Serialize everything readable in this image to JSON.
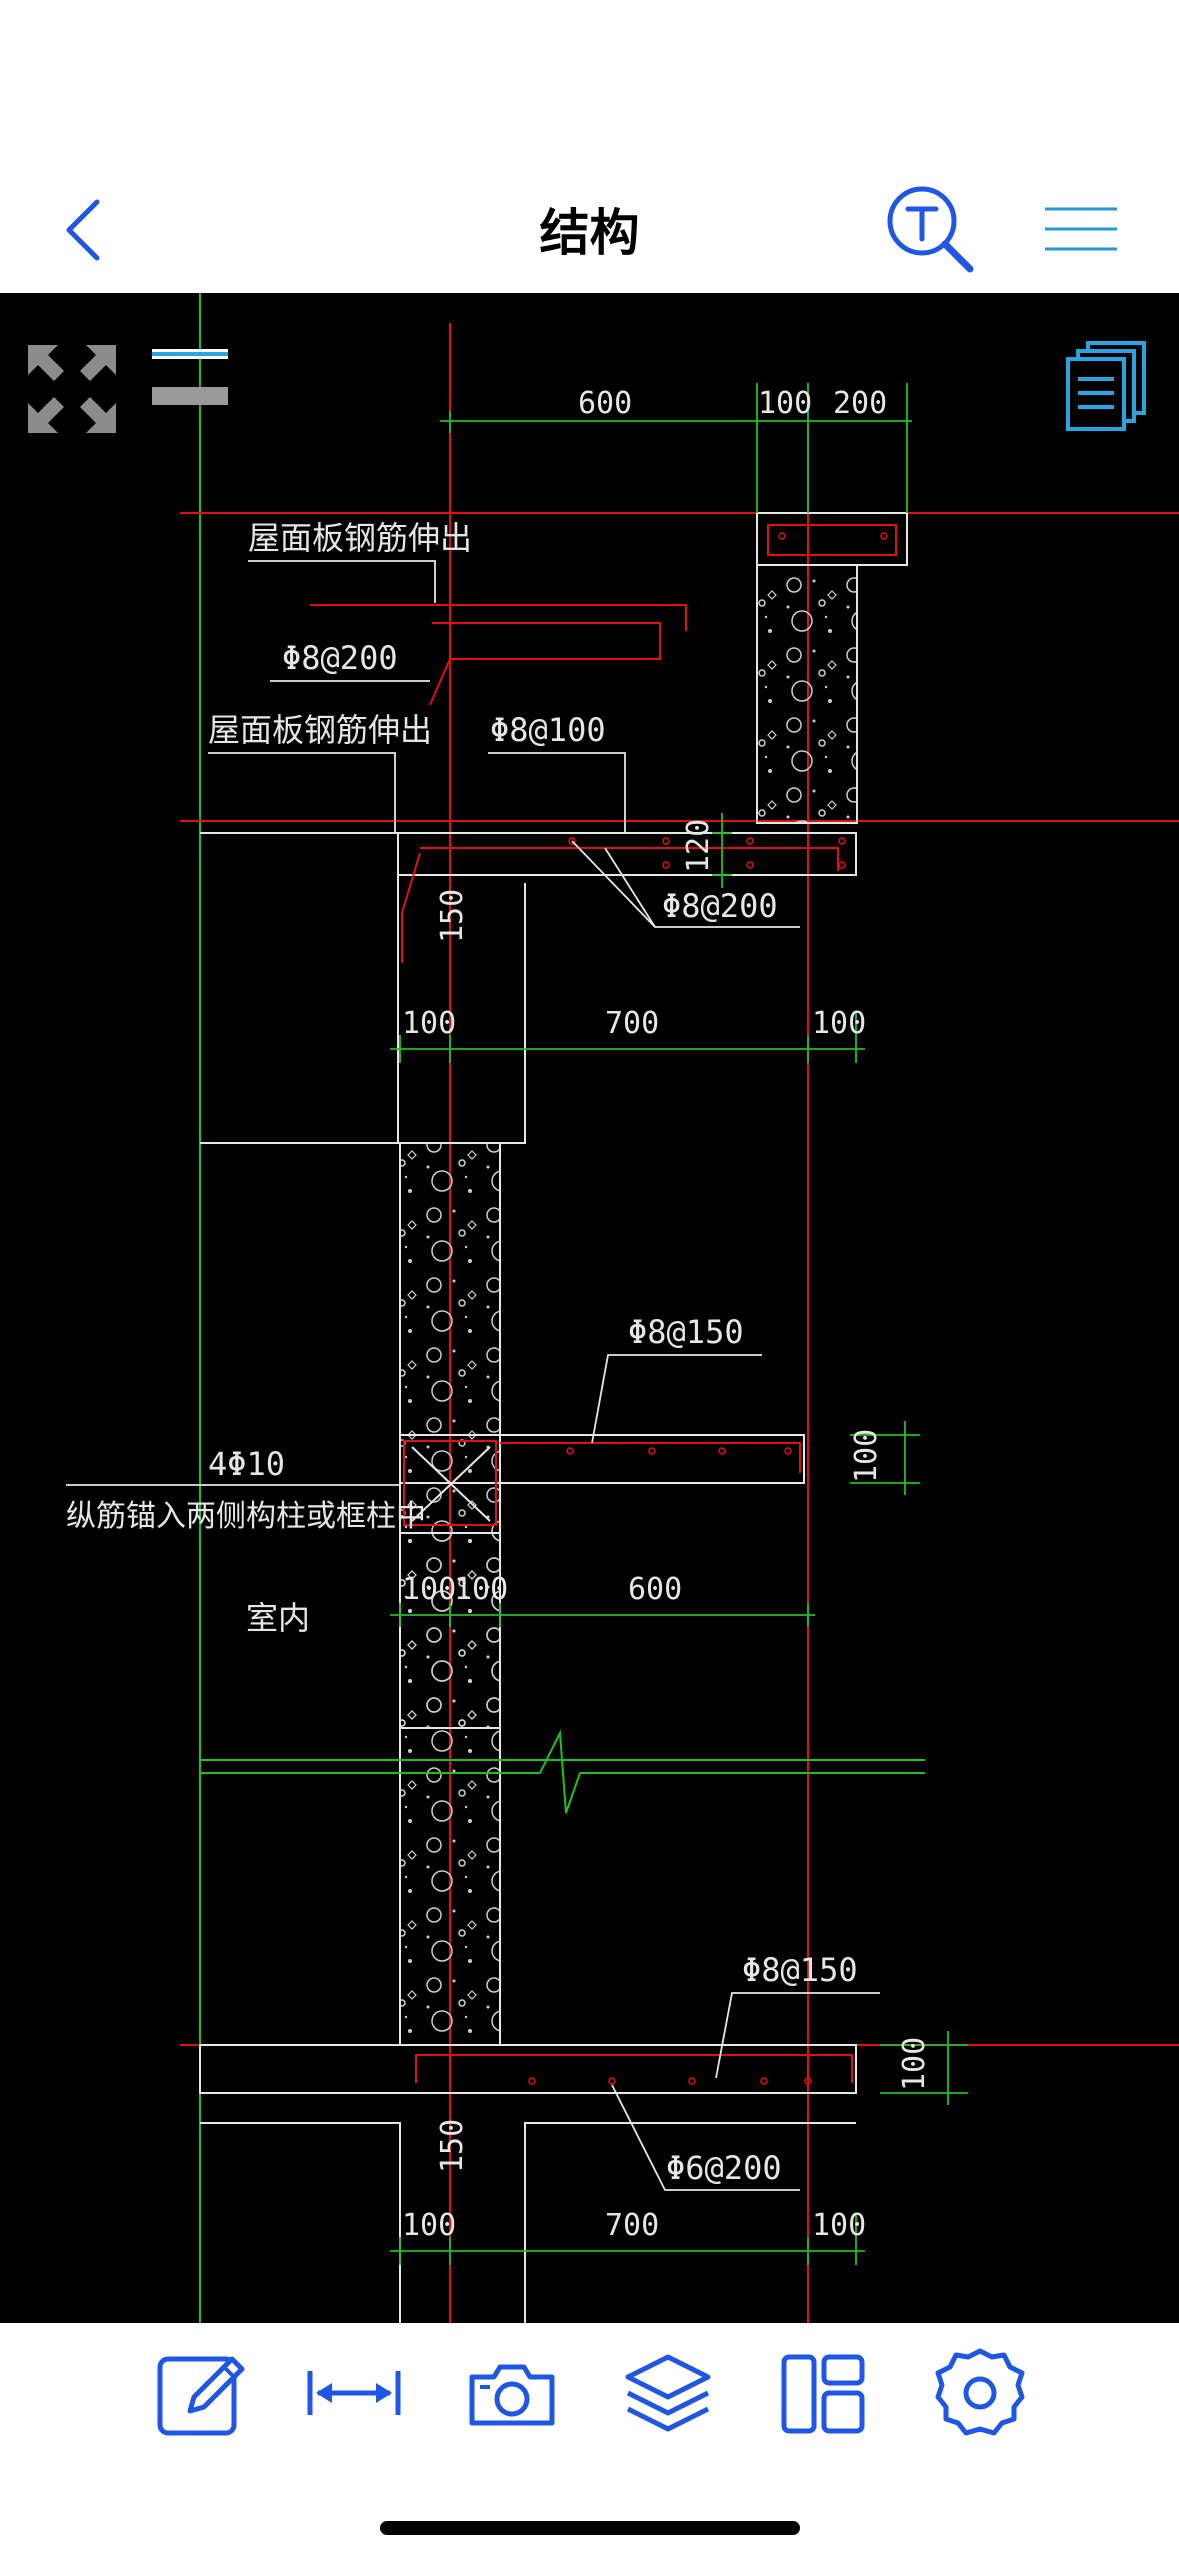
{
  "colors": {
    "accent": "#1f56e6",
    "cad_background": "#000000",
    "cad_white": "#e6e6e6",
    "cad_red": "#e01010",
    "cad_green": "#1fbf1f"
  },
  "nav": {
    "title": "结构",
    "back_icon": "chevron-left-icon",
    "search_icon": "text-search-icon",
    "menu_icon": "hamburger-menu-icon"
  },
  "canvas_tools": {
    "expand_icon": "expand-arrows-icon",
    "lineweight_icon": "lineweight-icon",
    "layouts_icon": "document-stack-icon"
  },
  "drawing": {
    "dims": {
      "top_600": "600",
      "top_100": "100",
      "top_200": "200",
      "upper_100_left": "100",
      "upper_700": "700",
      "upper_100_right": "100",
      "mid_100_a": "100",
      "mid_100_b": "100",
      "mid_600": "600",
      "lower_100_left": "100",
      "lower_700": "700",
      "lower_100_right": "100",
      "v_120": "120",
      "v_150_upper": "150",
      "v_100_mid": "100",
      "v_100_lower": "100",
      "v_150_lower": "150"
    },
    "labels": {
      "roof_rebar_1": "屋面板钢筋伸出",
      "phi8_200_a": "Φ8@200",
      "roof_rebar_2": "屋面板钢筋伸出",
      "phi8_100": "Φ8@100",
      "phi8_200_b": "Φ8@200",
      "phi8_150_a": "Φ8@150",
      "four_phi10": "4Φ10",
      "anchor_note": "纵筋锚入两侧构柱或框柱中",
      "indoor": "室内",
      "phi8_150_b": "Φ8@150",
      "phi6_200": "Φ6@200"
    }
  },
  "bottom_bar": {
    "edit_icon": "edit-pencil-icon",
    "measure_icon": "measure-distance-icon",
    "camera_icon": "camera-icon",
    "layers_icon": "layers-icon",
    "layout_icon": "layout-panels-icon",
    "settings_icon": "settings-gear-icon"
  }
}
